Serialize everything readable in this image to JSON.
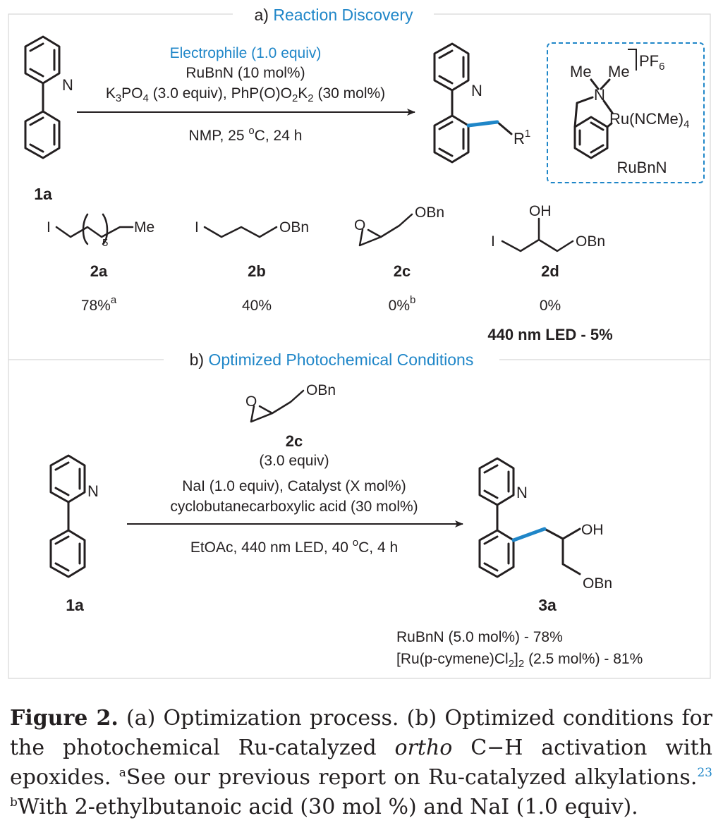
{
  "colors": {
    "accent": "#1f86c8",
    "text": "#231f20",
    "frame": "#d7d7d7"
  },
  "panel_a": {
    "title_prefix": "a)",
    "title": "Reaction Discovery",
    "starting_label": "1a",
    "arrow_top_1": "Electrophile (1.0 equiv)",
    "arrow_top_2": "RuBnN (10 mol%)",
    "arrow_top_3_k": "K",
    "arrow_top_3_sub1": "3",
    "arrow_top_3_b": "PO",
    "arrow_top_3_sub2": "4",
    "arrow_top_3_c": " (3.0 equiv), PhP(O)O",
    "arrow_top_3_sub3": "2",
    "arrow_top_3_d": "K",
    "arrow_top_3_sub4": "2",
    "arrow_top_3_e": " (30 mol%)",
    "arrow_bottom_a": "NMP, 25 ",
    "arrow_bottom_sup": "o",
    "arrow_bottom_b": "C, 24 h",
    "product_r": "R",
    "product_r_sup": "1",
    "catalyst": {
      "me1": "Me",
      "me2": "Me",
      "n": "N",
      "counterion": "PF",
      "counterion_sub": "6",
      "ru": "Ru(NCMe)",
      "ru_sub": "4",
      "name": "RuBnN"
    },
    "electrophiles": [
      {
        "label": "2a",
        "yield": "78%",
        "note": "a",
        "i": "I",
        "me": "Me",
        "sub": "5"
      },
      {
        "label": "2b",
        "yield": "40%",
        "i": "I",
        "obn": "OBn"
      },
      {
        "label": "2c",
        "yield": "0%",
        "note": "b",
        "o": "O",
        "obn": "OBn"
      },
      {
        "label": "2d",
        "yield": "0%",
        "extra": "440 nm LED - 5%",
        "i": "I",
        "oh": "OH",
        "obn": "OBn"
      }
    ],
    "n": "N"
  },
  "panel_b": {
    "title_prefix": "b)",
    "title": "Optimized Photochemical Conditions",
    "reagent_o": "O",
    "reagent_obn": "OBn",
    "reagent_label": "2c",
    "reagent_equiv": "(3.0 equiv)",
    "arrow_top_1": "NaI (1.0 equiv), Catalyst (X mol%)",
    "arrow_top_2": "cyclobutanecarboxylic acid (30 mol%)",
    "arrow_bottom_a": "EtOAc, 440 nm LED, 40 ",
    "arrow_bottom_sup": "o",
    "arrow_bottom_b": "C, 4 h",
    "starting_label": "1a",
    "product_label": "3a",
    "product_oh": "OH",
    "product_obn": "OBn",
    "n": "N",
    "result_1": "RuBnN (5.0 mol%) - 78%",
    "result_2_a": "[Ru(p-cymene)Cl",
    "result_2_sub1": "2",
    "result_2_b": "]",
    "result_2_sub2": "2",
    "result_2_c": " (2.5 mol%) - 81%"
  },
  "caption": {
    "label": "Figure 2.",
    "text_1": " (a) Optimization process. (b) Optimized conditions for the photochemical Ru-catalyzed ",
    "italic": "ortho",
    "text_2": " C−H activation with epoxides. ",
    "sup_a": "a",
    "text_3": "See our previous report on Ru-catalyzed alkylations.",
    "ref": "23",
    "text_4": " ",
    "sup_b": "b",
    "text_5": "With 2-ethylbutanoic acid (30 mol %) and NaI (1.0 equiv)."
  }
}
